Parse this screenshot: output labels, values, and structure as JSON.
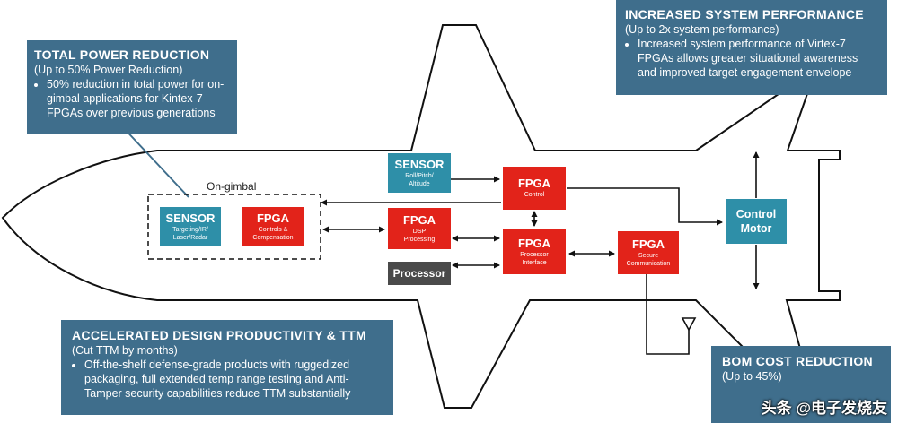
{
  "callouts": {
    "power": {
      "title": "TOTAL POWER REDUCTION",
      "sub": "(Up to 50% Power Reduction)",
      "bullet": "50% reduction in total power for on-gimbal applications for Kintex-7 FPGAs over previous generations"
    },
    "performance": {
      "title": "INCREASED SYSTEM PERFORMANCE",
      "sub": "(Up to 2x system performance)",
      "bullet": "Increased system performance of Virtex-7 FPGAs allows greater situational awareness and improved target engagement envelope"
    },
    "productivity": {
      "title": "ACCELERATED DESIGN PRODUCTIVITY & TTM",
      "sub": "(Cut TTM by months)",
      "bullet": "Off-the-shelf defense-grade products with ruggedized packaging, full extended temp range testing and Anti-Tamper security capabilities reduce TTM substantially"
    },
    "bom": {
      "title": "BOM COST REDUCTION",
      "sub": "(Up to 45%)"
    }
  },
  "on_gimbal_label": "On-gimbal",
  "blocks": {
    "sensor_gimbal": {
      "title": "SENSOR",
      "sub": "Targeting/IR/ Laser/Radar"
    },
    "fpga_gimbal": {
      "title": "FPGA",
      "sub": "Controls & Compensation"
    },
    "sensor_roll": {
      "title": "SENSOR",
      "sub": "Roll/Pitch/ Altitude"
    },
    "fpga_dsp": {
      "title": "FPGA",
      "sub": "DSP Processing"
    },
    "processor": {
      "title": "Processor"
    },
    "fpga_control": {
      "title": "FPGA",
      "sub": "Control"
    },
    "fpga_interface": {
      "title": "FPGA",
      "sub": "Processor Interface"
    },
    "fpga_secure": {
      "title": "FPGA",
      "sub": "Secure Communication"
    },
    "control_motor": {
      "title": "Control Motor"
    }
  },
  "watermark": "头条 @电子发烧友"
}
